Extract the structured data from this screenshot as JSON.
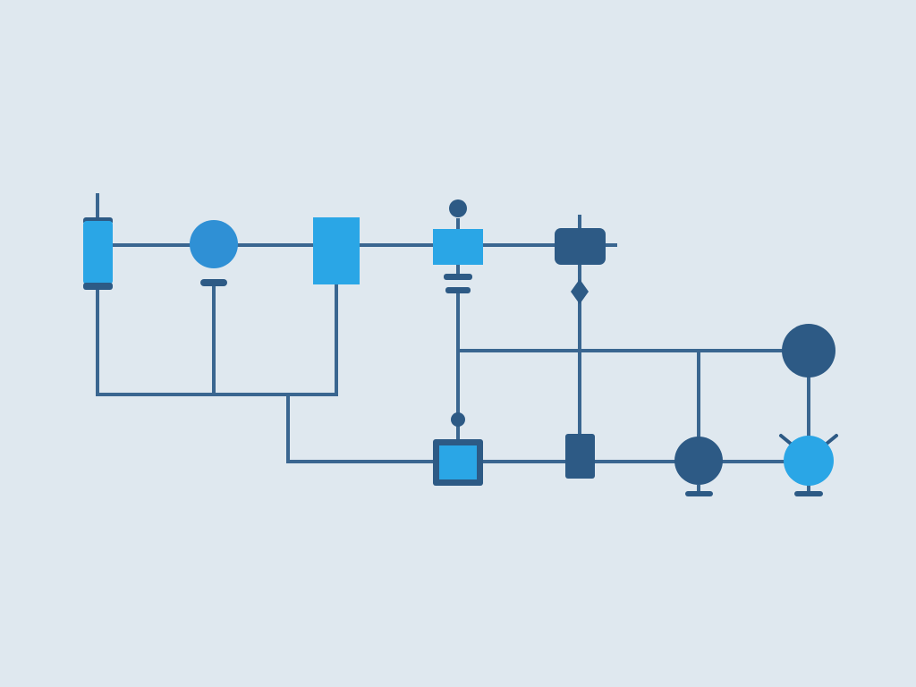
{
  "diagram": {
    "colors": {
      "background": "#dfe8ef",
      "wire": "#3a6690",
      "dark_component": "#2d5a85",
      "light_component": "#2aa6e6",
      "mid_component": "#2f90d5"
    },
    "components": [
      {
        "id": "capacitor-left",
        "shape": "rounded-rect",
        "fill": "light"
      },
      {
        "id": "circle-node-top",
        "shape": "circle",
        "fill": "mid"
      },
      {
        "id": "rect-block-top",
        "shape": "rect",
        "fill": "light"
      },
      {
        "id": "rect-node-with-pin",
        "shape": "rect",
        "fill": "light"
      },
      {
        "id": "rounded-block-dark",
        "shape": "rounded-rect",
        "fill": "dark"
      },
      {
        "id": "diamond-junction",
        "shape": "diamond",
        "fill": "dark"
      },
      {
        "id": "circle-node-right",
        "shape": "circle",
        "fill": "dark"
      },
      {
        "id": "square-block-bottom",
        "shape": "rect",
        "fill": "light"
      },
      {
        "id": "rect-block-bottom-dark",
        "shape": "rect",
        "fill": "dark"
      },
      {
        "id": "circle-node-bottom",
        "shape": "circle",
        "fill": "dark"
      },
      {
        "id": "lamp-node",
        "shape": "circle",
        "fill": "light"
      }
    ]
  }
}
